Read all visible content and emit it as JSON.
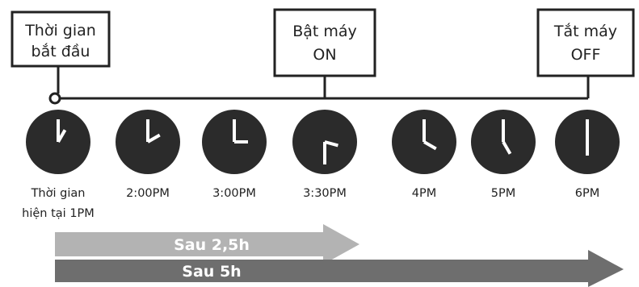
{
  "boxes": {
    "start": {
      "line1": "Thời gian",
      "line2": "bắt đầu"
    },
    "on": {
      "line1": "Bật máy",
      "line2": "ON"
    },
    "off": {
      "line1": "Tắt máy",
      "line2": "OFF"
    }
  },
  "clocks": [
    {
      "label_lines": [
        "Thời gian",
        "hiện tại 1PM"
      ],
      "hour": 1,
      "minute": 0
    },
    {
      "label_lines": [
        "2:00PM"
      ],
      "hour": 2,
      "minute": 0
    },
    {
      "label_lines": [
        "3:00PM"
      ],
      "hour": 3,
      "minute": 0
    },
    {
      "label_lines": [
        "3:30PM"
      ],
      "hour": 3,
      "minute": 30
    },
    {
      "label_lines": [
        "4PM"
      ],
      "hour": 4,
      "minute": 0
    },
    {
      "label_lines": [
        "5PM"
      ],
      "hour": 5,
      "minute": 0
    },
    {
      "label_lines": [
        "6PM"
      ],
      "hour": 6,
      "minute": 0
    }
  ],
  "arrows": {
    "short": {
      "label": "Sau 2,5h",
      "color": "#b3b3b3"
    },
    "long": {
      "label": "Sau 5h",
      "color": "#6e6e6e"
    }
  },
  "colors": {
    "clock_face": "#2b2b2b",
    "hands": "#ffffff",
    "line": "#222222"
  }
}
